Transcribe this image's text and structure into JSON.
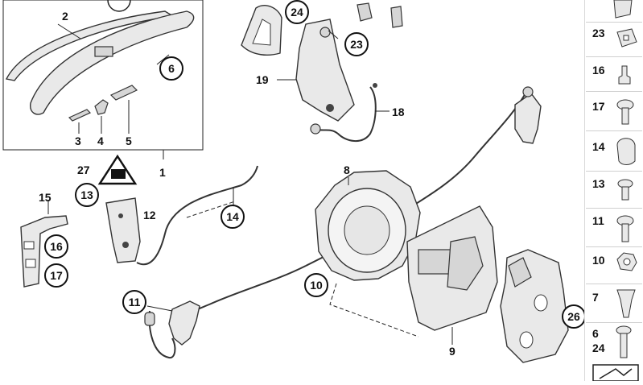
{
  "callouts": {
    "c1": "1",
    "c2": "2",
    "c3": "3",
    "c4": "4",
    "c5": "5",
    "c6": "6",
    "c8": "8",
    "c9": "9",
    "c10": "10",
    "c11": "11",
    "c12": "12",
    "c13": "13",
    "c14": "14",
    "c15": "15",
    "c16": "16",
    "c17": "17",
    "c18": "18",
    "c19": "19",
    "c23": "23",
    "c24": "24",
    "c26": "26",
    "c27": "27"
  },
  "sidebar": {
    "items": [
      {
        "label": "23"
      },
      {
        "label": "16"
      },
      {
        "label": "17"
      },
      {
        "label": "14"
      },
      {
        "label": "13"
      },
      {
        "label": "11"
      },
      {
        "label": "10"
      },
      {
        "label": "7"
      },
      {
        "label": "6"
      },
      {
        "label": "24"
      }
    ]
  }
}
